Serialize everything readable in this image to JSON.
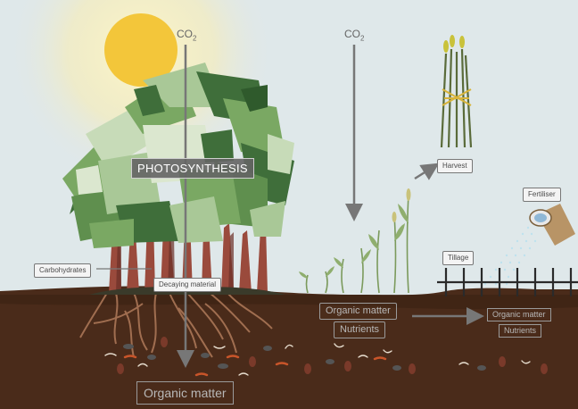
{
  "labels": {
    "co2_left": "CO",
    "co2_left_sub": "2",
    "co2_right": "CO",
    "co2_right_sub": "2",
    "photosynthesis": "PHOTOSYNTHESIS",
    "carbohydrates": "Carbohydrates",
    "decaying_material": "Decaying material",
    "organic_matter_main": "Organic matter",
    "organic_matter_field": "Organic matter",
    "nutrients_field": "Nutrients",
    "organic_matter_right": "Organic matter",
    "nutrients_right": "Nutrients",
    "harvest": "Harvest",
    "tillage": "Tillage",
    "fertiliser": "Fertiliser"
  },
  "colors": {
    "sky": "#dfe8ea",
    "sun": "#f3c63a",
    "soil": "#4a2b1a",
    "soil_dark": "#3b2213",
    "foliage_dark": "#3f6e3a",
    "foliage_mid": "#7aa863",
    "foliage_light": "#c7dbb8",
    "trunk": "#9a4a3c",
    "root": "#b07a5a",
    "arrow": "#777777"
  }
}
